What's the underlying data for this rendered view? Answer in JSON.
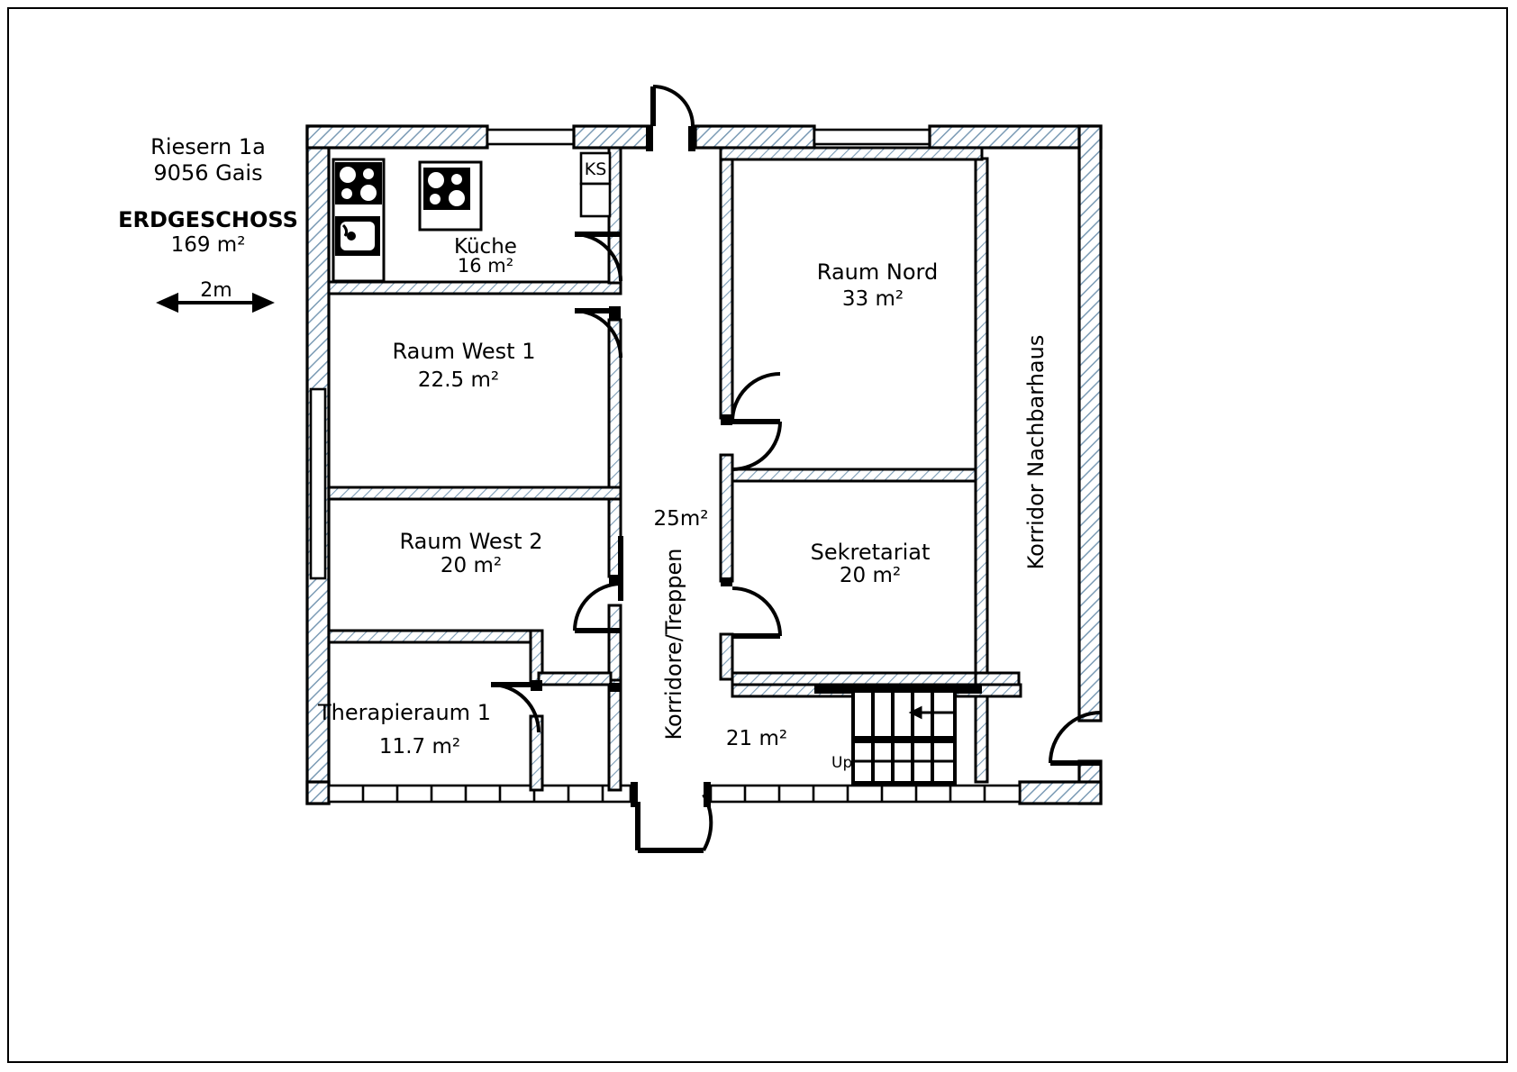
{
  "document": {
    "type": "floor-plan",
    "address_line1": "Riesern 1a",
    "address_line2": "9056 Gais",
    "floor_label": "ERDGESCHOSS",
    "floor_area": "169 m²",
    "scale_label": "2m"
  },
  "rooms": [
    {
      "id": "kueche",
      "name": "Küche",
      "area": "16 m²"
    },
    {
      "id": "raum-west-1",
      "name": "Raum West 1",
      "area": "22.5 m²"
    },
    {
      "id": "raum-west-2",
      "name": "Raum West 2",
      "area": "20 m²"
    },
    {
      "id": "therapieraum-1",
      "name": "Therapieraum 1",
      "area": "11.7 m²"
    },
    {
      "id": "raum-nord",
      "name": "Raum Nord",
      "area": "33 m²"
    },
    {
      "id": "sekretariat",
      "name": "Sekretariat",
      "area": "20 m²"
    },
    {
      "id": "korridore",
      "name": "Korridore/Treppen",
      "area": "25m²"
    },
    {
      "id": "korridor-sued",
      "name": "",
      "area": "21 m²"
    },
    {
      "id": "korridor-nachbarhaus",
      "name": "Korridor Nachbarhaus",
      "area": ""
    }
  ],
  "annotations": {
    "closet_ks": "KS",
    "stairs_direction": "Up"
  },
  "colors": {
    "ink": "#000000",
    "wall_hatch": "#7b9bb5",
    "paper": "#ffffff",
    "muted_text": "#8a8a8a"
  }
}
